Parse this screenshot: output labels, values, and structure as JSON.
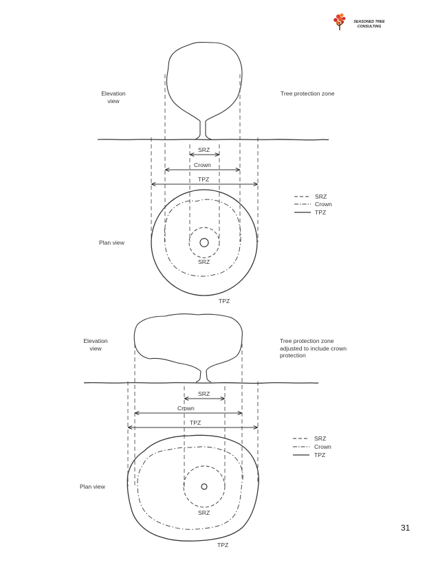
{
  "logo": {
    "line1": "SEASONED TREE",
    "line2": "CONSULTING"
  },
  "figure1": {
    "elevation_view": "Elevation view",
    "tree_protection_zone": "Tree protection zone",
    "dim_srz": "SRZ",
    "dim_crown": "Crown",
    "dim_tpz": "TPZ",
    "plan_view": "Plan view",
    "plan_srz": "SRZ",
    "plan_tpz": "TPZ",
    "legend": [
      "SRZ",
      "Crown",
      "TPZ"
    ]
  },
  "figure2": {
    "elevation_view": "Elevation view",
    "tree_protection_zone": "Tree protection zone adjusted to include crown protection",
    "dim_srz": "SRZ",
    "dim_crown": "Crown",
    "dim_tpz": "TPZ",
    "plan_view": "Plan view",
    "plan_srz": "SRZ",
    "plan_tpz": "TPZ",
    "legend": [
      "SRZ",
      "Crown",
      "TPZ"
    ]
  },
  "page_number": "31"
}
